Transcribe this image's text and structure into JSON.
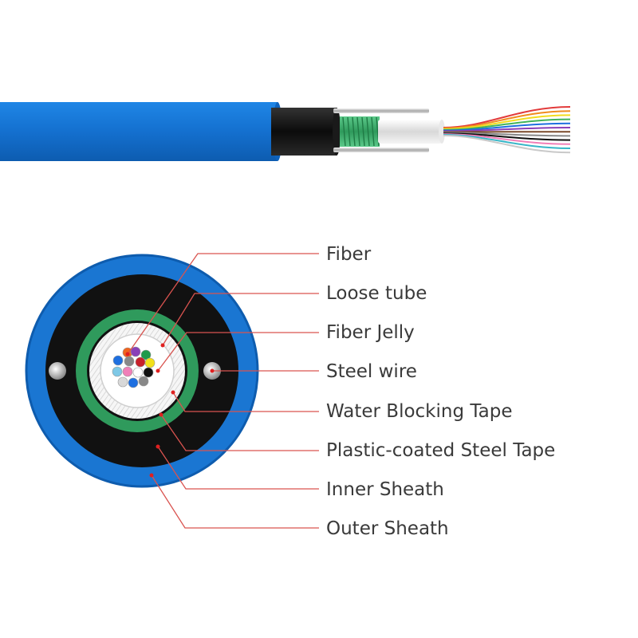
{
  "colors": {
    "outer_sheath": "#1a76d2",
    "inner_sheath": "#111111",
    "water_blocking_tape": "#2f9a5c",
    "loose_tube": "#f2f2f2",
    "steel_wire": "#c9c9c9",
    "leader_line": "#d9534f"
  },
  "fiber_colors": [
    "#f0641e",
    "#8a3fb8",
    "#1f9a4a",
    "#1e6fe0",
    "#c8202a",
    "#f2e01a",
    "#7ec8e6",
    "#f07fb8",
    "#888888",
    "#111111",
    "#d8d8d8",
    "#ffffff"
  ],
  "side_view_fiber_colors": [
    "#e23b3b",
    "#f08c1e",
    "#f2dc1e",
    "#42b35a",
    "#1e6fe0",
    "#8a3fb8",
    "#7a4a2a",
    "#888888",
    "#111111",
    "#f07fb8",
    "#38b6c8",
    "#c9c9c9"
  ],
  "labels": [
    {
      "id": "fiber",
      "text": "Fiber"
    },
    {
      "id": "loose-tube",
      "text": "Loose tube"
    },
    {
      "id": "fiber-jelly",
      "text": "Fiber Jelly"
    },
    {
      "id": "steel-wire",
      "text": "Steel wire"
    },
    {
      "id": "water-blocking-tape",
      "text": "Water Blocking Tape"
    },
    {
      "id": "plastic-coated-steel-tape",
      "text": "Plastic-coated Steel Tape"
    },
    {
      "id": "inner-sheath",
      "text": "Inner Sheath"
    },
    {
      "id": "outer-sheath",
      "text": "Outer Sheath"
    }
  ]
}
